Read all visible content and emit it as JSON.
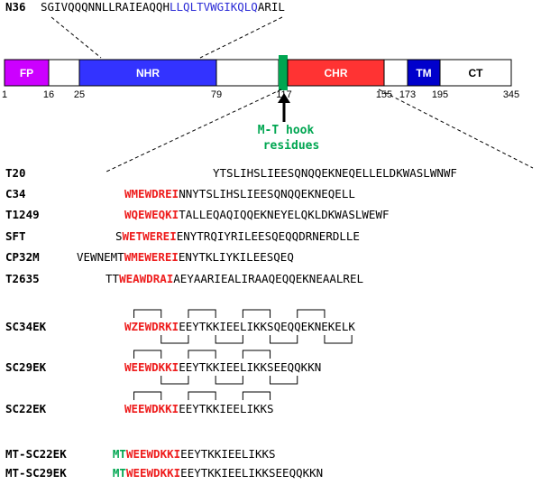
{
  "n36": {
    "label": "N36",
    "seq_black_1": "SGIVQQQNNLLRAIEAQQH",
    "seq_blue": "LLQLTVWGIKQLQ",
    "seq_black_2": "ARIL"
  },
  "domains": [
    {
      "name": "FP",
      "color": "#cc00ff",
      "text_color": "#ffffff"
    },
    {
      "name": "",
      "color": "#ffffff",
      "text_color": "#000000"
    },
    {
      "name": "NHR",
      "color": "#3333ff",
      "text_color": "#ffffff"
    },
    {
      "name": "",
      "color": "#ffffff",
      "text_color": "#000000"
    },
    {
      "name": "",
      "color": "#00a651",
      "text_color": "#000000"
    },
    {
      "name": "CHR",
      "color": "#ff3333",
      "text_color": "#ffffff"
    },
    {
      "name": "",
      "color": "#ffffff",
      "text_color": "#000000"
    },
    {
      "name": "TM",
      "color": "#0000cc",
      "text_color": "#ffffff"
    },
    {
      "name": "CT",
      "color": "#ffffff",
      "text_color": "#000000"
    }
  ],
  "positions": [
    "1",
    "16",
    "25",
    "79",
    "117",
    "155",
    "173",
    "195",
    "345"
  ],
  "hook_label": [
    "M-T hook",
    "residues"
  ],
  "peptides": [
    {
      "name": "T20",
      "pre": "",
      "red": "",
      "post": "YTSLIHSLIEESQNQQEKNEQELLELDKWASLWNWF"
    },
    {
      "name": "C34",
      "pre": "",
      "red": "WMEWDREI",
      "post": "NNYTSLIHSLIEESQNQQEKNEQELL"
    },
    {
      "name": "T1249",
      "pre": "",
      "red": "WQEWEQKI",
      "post": "TALLEQAQIQQEKNEYELQKLDKWASLWEWF"
    },
    {
      "name": "SFT",
      "pre": "S",
      "red": "WETWEREI",
      "post": "ENYTRQIYRILEESQEQQDRNERDLLE"
    },
    {
      "name": "CP32M",
      "pre": "VEWNEMT",
      "red": "WMEWEREI",
      "post": "ENYTKLIYKILEESQEQ"
    },
    {
      "name": "T2635",
      "pre": "TT",
      "red": "WEAWDRAI",
      "post": "AEYAARIEALIRAAQEQQEKNEAALREL"
    },
    {
      "name": "SC34EK",
      "pre": "",
      "red": "WZEWDRKI",
      "post": "EEYTKKIEELIKKSQEQQEKNEKELK"
    },
    {
      "name": "SC29EK",
      "pre": "",
      "red": "WEEWDKKI",
      "post": "EEYTKKIEELIKKSEEQQKKN"
    },
    {
      "name": "SC22EK",
      "pre": "",
      "red": "WEEWDKKI",
      "post": "EEYTKKIEELIKKS"
    },
    {
      "name": "MT-SC22EK",
      "pre": "",
      "green": "MT",
      "red": "WEEWDKKI",
      "post": "EEYTKKIEELIKKS"
    },
    {
      "name": "MT-SC29EK",
      "pre": "",
      "green": "MT",
      "red": "WEEWDKKI",
      "post": "EEYTKKIEELIKKSEEQQKKN"
    }
  ],
  "colors": {
    "red": "#ee1c1c",
    "blue": "#2b2bd6",
    "green": "#00a651",
    "black": "#000000"
  }
}
